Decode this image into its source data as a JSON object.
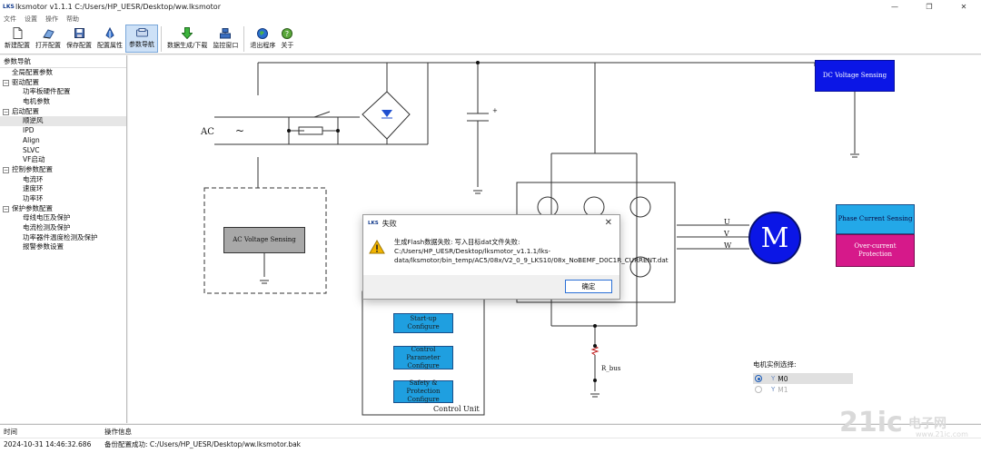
{
  "window": {
    "logo": "LKS",
    "title": "lksmotor v1.1.1 C:/Users/HP_UESR/Desktop/ww.lksmotor",
    "minimize": "—",
    "restore": "❐",
    "close": "✕"
  },
  "menu": {
    "items": [
      "文件",
      "设置",
      "操作",
      "帮助"
    ]
  },
  "toolbar": {
    "new_config": "新建配置",
    "open_config": "打开配置",
    "save_config": "保存配置",
    "config_props": "配置属性",
    "param_nav": "参数导航",
    "data_gen": "数据生成/下载",
    "monitor": "监控窗口",
    "exit": "退出程序",
    "about": "关于"
  },
  "tree": {
    "header": "参数导航",
    "global": "全局配置参数",
    "drive": "驱动配置",
    "power_board": "功率板硬件配置",
    "motor_params": "电机参数",
    "startup": "启动配置",
    "downwind": "顺逆风",
    "ipd": "IPD",
    "align": "Align",
    "slvc": "SLVC",
    "vf": "VF启动",
    "control": "控制参数配置",
    "current_loop": "电流环",
    "speed_loop": "速度环",
    "power_loop": "功率环",
    "protect": "保护参数配置",
    "bus_voltage": "母线电压及保护",
    "current_detect": "电流检测及保护",
    "power_temp": "功率器件温度检测及保护",
    "alarm": "报警参数设置",
    "toggle_minus": "−"
  },
  "diagram": {
    "ac_label": "AC",
    "ac_symbol": "~",
    "dc_voltage": "DC Voltage Sensing",
    "ac_voltage": "AC Voltage Sensing",
    "phase_current": "Phase Current Sensing",
    "overcurrent": "Over-current Protection",
    "motor": "M",
    "phase_u": "U",
    "phase_v": "V",
    "phase_w": "W",
    "r_bus": "R_bus",
    "startup_configure": "Start-up Configure",
    "control_param_configure": "Control Parameter Configure",
    "safety_configure": "Safety & Protection Configure",
    "control_unit": "Control Unit",
    "plus": "+"
  },
  "instance": {
    "title": "电机实例选择:",
    "m0": "M0",
    "m1": "M1",
    "y_icon": "Y"
  },
  "log": {
    "col_time": "时间",
    "col_info": "操作信息",
    "time": "2024-10-31 14:46:32.686",
    "info": "备份配置成功: C:/Users/HP_UESR/Desktop/ww.lksmotor.bak"
  },
  "dialog": {
    "logo": "LKS",
    "title": "失败",
    "close": "✕",
    "message": "生成Flash数据失败: 写入目标dat文件失败: C:/Users/HP_UESR/Desktop/lksmotor_v1.1.1/lks-data/lksmotor/bin_temp/AC5/08x/V2_0_9_LKS10/08x_NoBEMF_D0C1R_CURRENT.dat",
    "ok": "确定"
  },
  "watermark": {
    "main": "21ic",
    "sub": "电子网",
    "url": "www.21ic.com"
  }
}
